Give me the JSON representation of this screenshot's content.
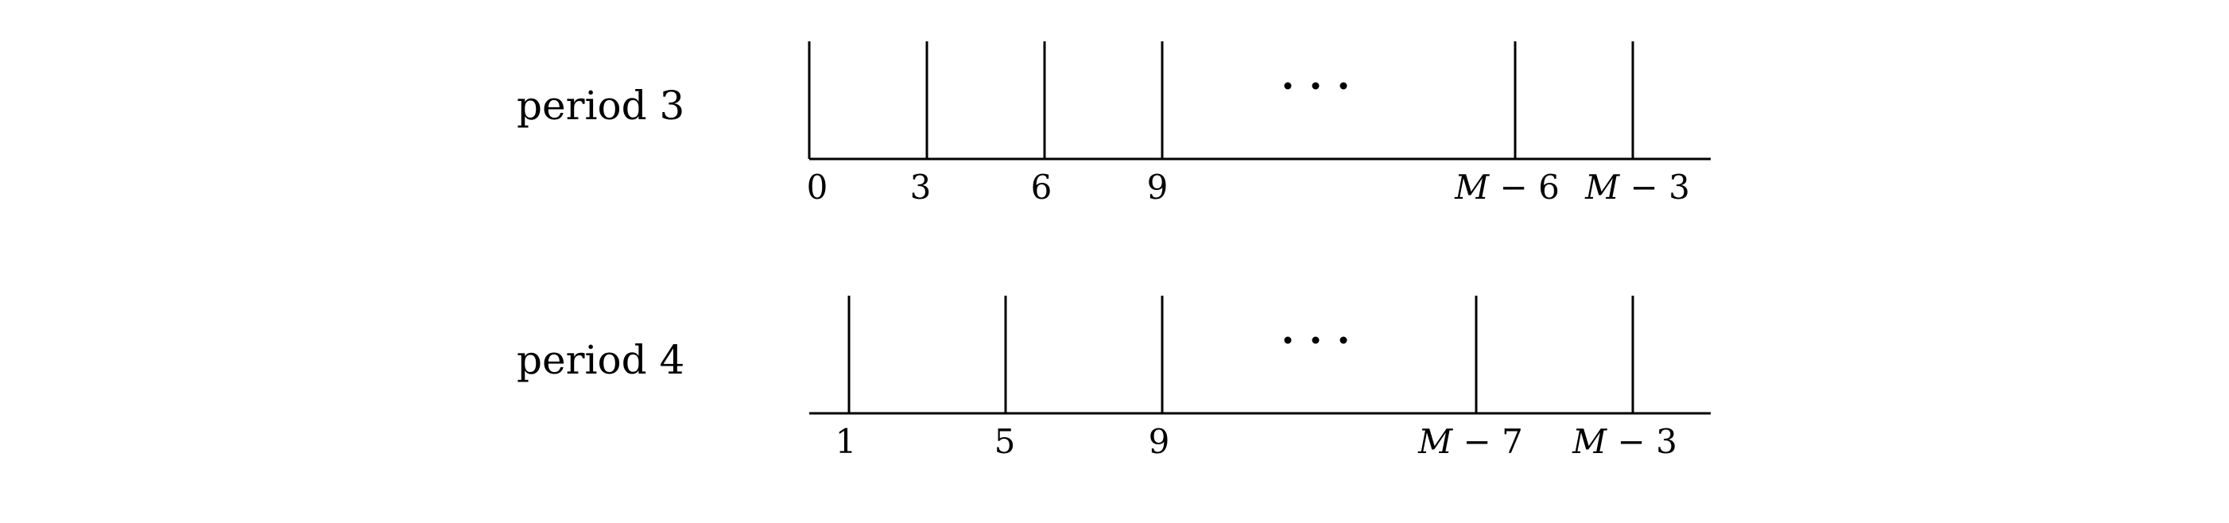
{
  "rows": [
    {
      "label": "period 3",
      "ticks": [
        {
          "label": "0"
        },
        {
          "label": "3"
        },
        {
          "label": "6"
        },
        {
          "label": "9"
        },
        {
          "label": "M − 6"
        },
        {
          "label": "M − 3"
        }
      ],
      "ellipsis": "· · ·"
    },
    {
      "label": "period 4",
      "ticks": [
        {
          "label": "1"
        },
        {
          "label": "5"
        },
        {
          "label": "9"
        },
        {
          "label": "M − 7"
        },
        {
          "label": "M − 3"
        }
      ],
      "ellipsis": "· · ·"
    }
  ]
}
